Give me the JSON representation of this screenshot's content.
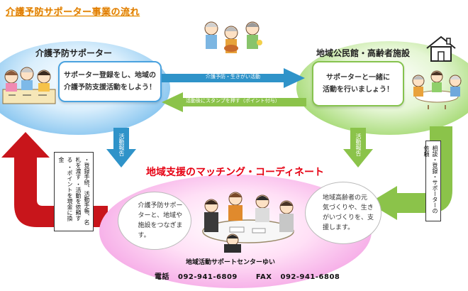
{
  "title": "介護予防サポーター事業の流れ",
  "left_node": {
    "heading": "介護予防サポーター",
    "card_lines": [
      "サポーター登録をし、地域の",
      "介護予防支援活動をしよう！"
    ]
  },
  "right_node": {
    "heading": "地域公民館・高齢者施設",
    "card_lines": [
      "サポーターと一緒に",
      "活動を行いましょう！"
    ]
  },
  "arrows": {
    "top_right_label": "介護予防・生きがい活動",
    "top_left_label": "活動後にスタンプを押す（ポイント付与）",
    "down_left_label": "活動報告",
    "down_right_label": "活動報告"
  },
  "left_box_items": [
    "・登録手続、活動手帳、名札を渡す",
    "・活動を依頼する",
    "・ポイントを現金に換金"
  ],
  "right_box_text": "相談・登録・サポーターの依頼",
  "center": {
    "title": "地域支援のマッチング・コーディネート",
    "bubble_left_lines": [
      "介護予防サポー",
      "ターと、地域や",
      "施設をつなぎま",
      "す。"
    ],
    "bubble_right_lines": [
      "地域高齢者の元",
      "気づくりや、生き",
      "がいづくりを、支",
      "援します。"
    ],
    "org_name": "地域活動サポートセンターゆい",
    "phone_label": "電話",
    "phone": "092-941-6809",
    "fax_label": "FAX",
    "fax": "092-941-6808"
  },
  "colors": {
    "title": "#e07b00",
    "accent_red": "#e60012",
    "blue_arrow": "#2f93c9",
    "green_arrow": "#8bc34a",
    "red_arrow": "#c8151b"
  }
}
